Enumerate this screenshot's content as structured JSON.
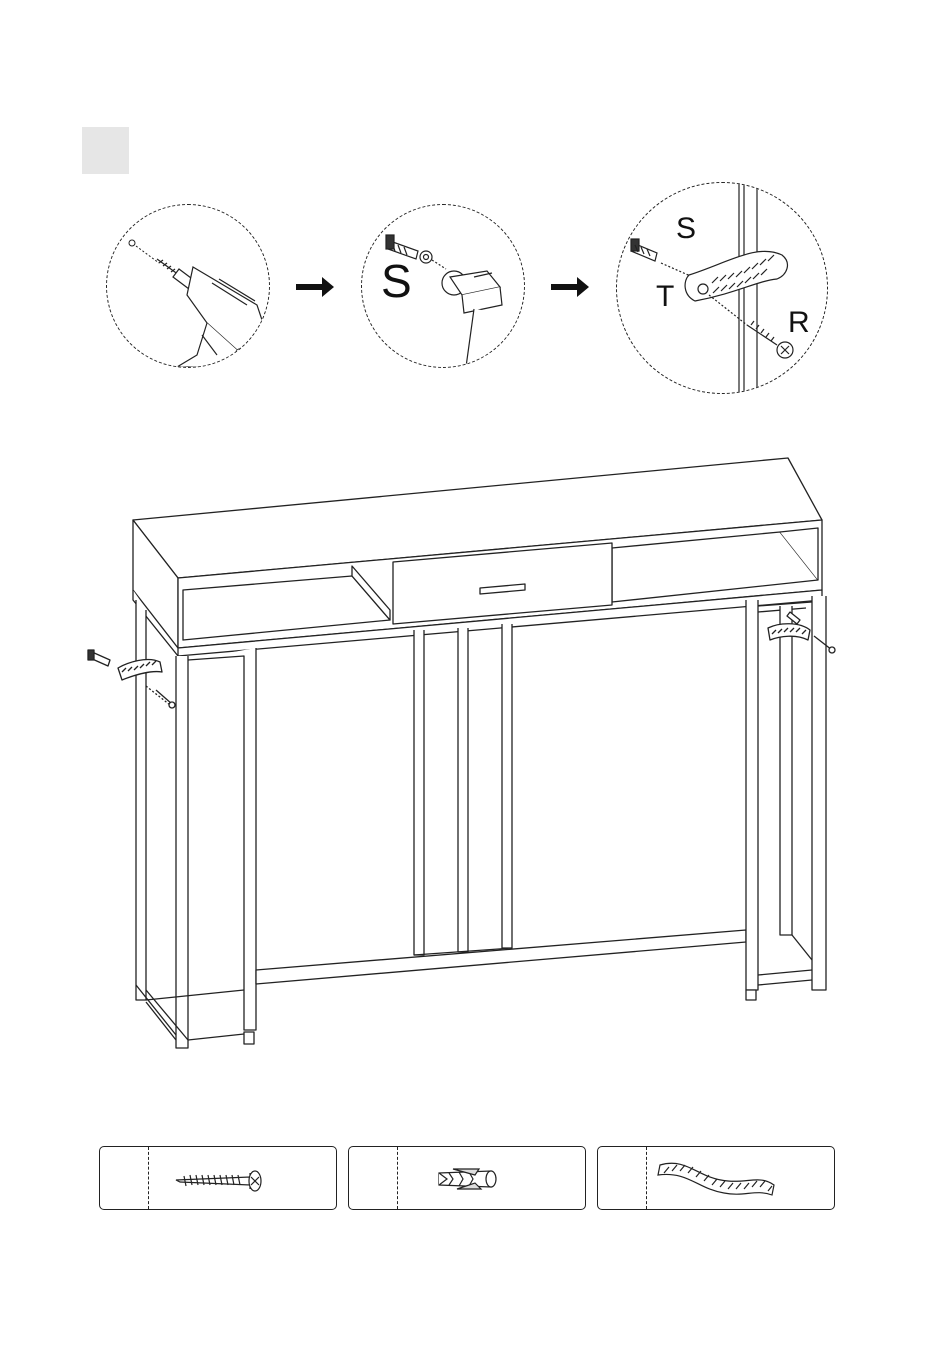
{
  "step": {
    "number": ""
  },
  "details": {
    "callout_s_large": "S",
    "callout_s": "S",
    "callout_t": "T",
    "callout_r": "R"
  },
  "icons": {
    "drill": "drill-icon",
    "hammer": "hammer-icon",
    "arrow": "arrow-right-icon",
    "screw": "screw-icon",
    "anchor": "wall-anchor-icon",
    "strap": "strap-icon"
  },
  "parts": [
    {
      "id": "R",
      "quantity": ""
    },
    {
      "id": "S",
      "quantity": ""
    },
    {
      "id": "T",
      "quantity": ""
    }
  ],
  "colors": {
    "line": "#222222",
    "step_box": "#e6e6e6"
  }
}
